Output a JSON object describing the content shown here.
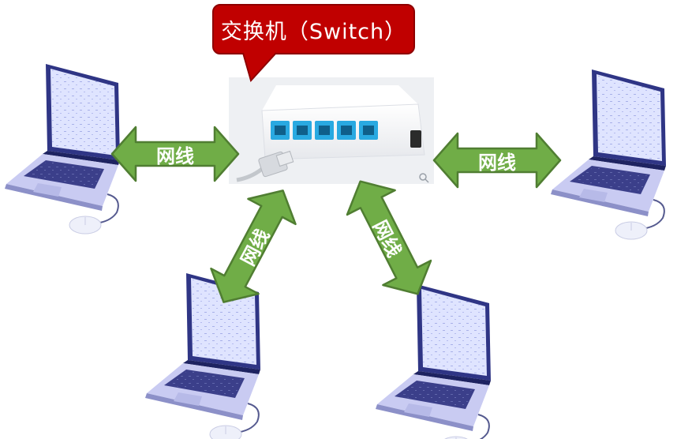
{
  "callout": {
    "label": "交换机（Switch）",
    "color": "#c00000"
  },
  "cable_label": "网线",
  "colors": {
    "arrow_fill": "#70ad47",
    "arrow_stroke": "#507e32",
    "laptop_body": "#c9cbf2",
    "laptop_frame": "#2f3585",
    "screen": "#dfe4ff",
    "switch_body": "#f7f8fa",
    "port": "#29a9e1"
  },
  "devices": [
    {
      "name": "laptop-top-left"
    },
    {
      "name": "laptop-top-right"
    },
    {
      "name": "laptop-bottom-left"
    },
    {
      "name": "laptop-bottom-right"
    }
  ]
}
